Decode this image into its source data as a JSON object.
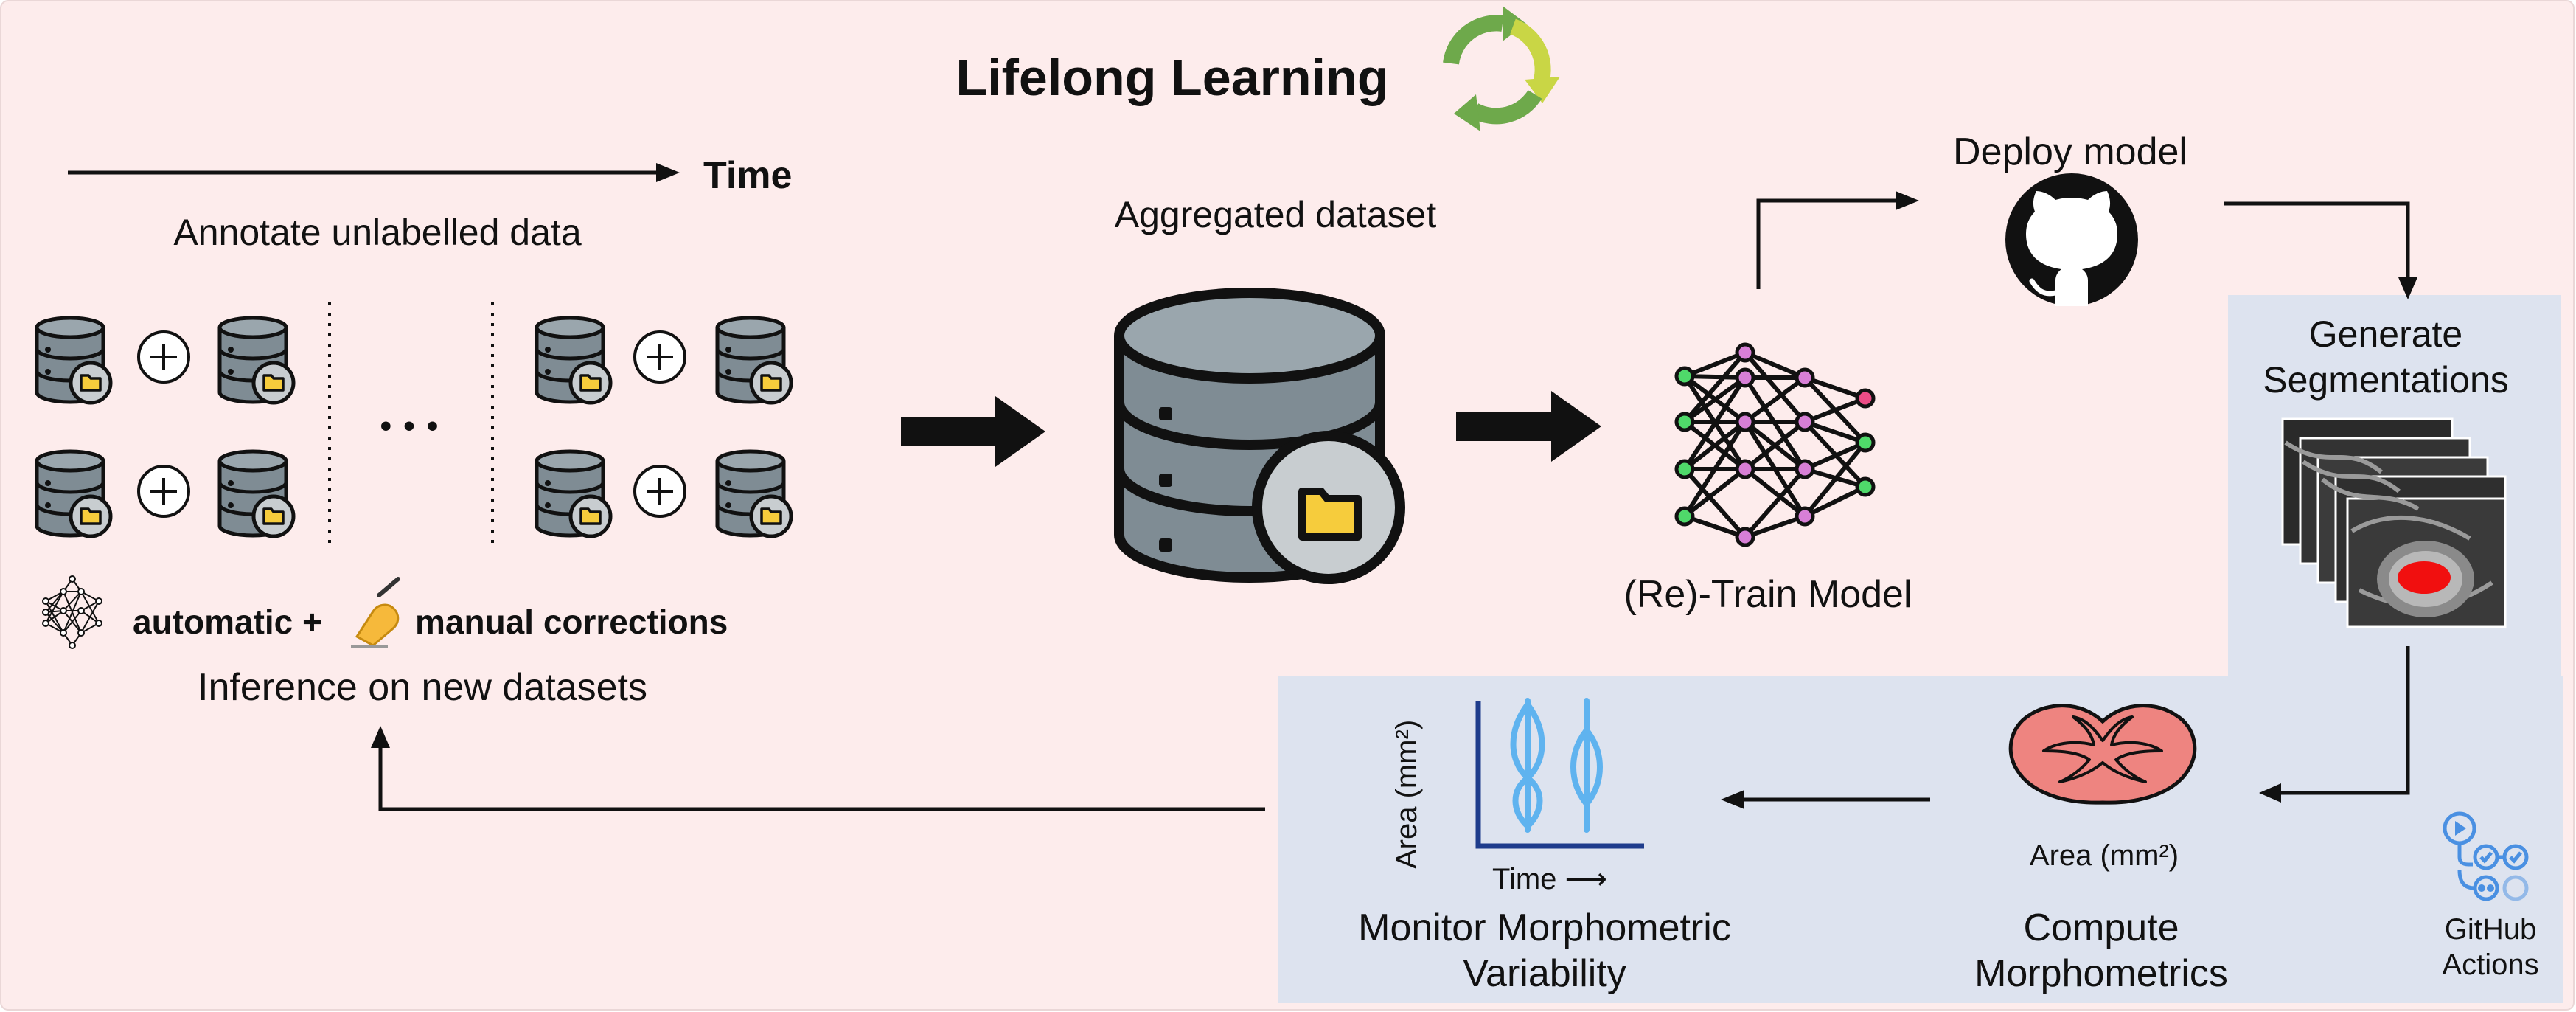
{
  "title": "Lifelong Learning",
  "timeline": {
    "label": "Time"
  },
  "annotate": {
    "heading": "Annotate unlabelled data",
    "plus": "+",
    "ellipsis": "• • •",
    "legend_automatic": "automatic +",
    "legend_manual": "manual corrections",
    "caption": "Inference on new datasets"
  },
  "aggregated": {
    "label": "Aggregated dataset"
  },
  "train": {
    "label": "(Re)-Train Model"
  },
  "deploy": {
    "label": "Deploy model"
  },
  "segment": {
    "line1": "Generate",
    "line2": "Segmentations"
  },
  "compute": {
    "axis_label": "Area (mm²)",
    "line1": "Compute",
    "line2": "Morphometrics"
  },
  "monitor": {
    "y_label": "Area (mm²)",
    "x_label": "Time ⟶",
    "line1": "Monitor Morphometric",
    "line2": "Variability"
  },
  "github_actions": {
    "line1": "GitHub",
    "line2": "Actions"
  },
  "colors": {
    "background": "#fdecec",
    "panel": "#dde3ef",
    "db_gray": "#7f8c94",
    "folder_yellow": "#f6cc3c",
    "spinal_red": "#ee8480",
    "violin_blue": "#5fb3ef",
    "axis_navy": "#1e3c8c",
    "recycle_green": "#6ea94b",
    "recycle_yellow": "#c9d645",
    "gh_blue": "#4a90e2"
  }
}
